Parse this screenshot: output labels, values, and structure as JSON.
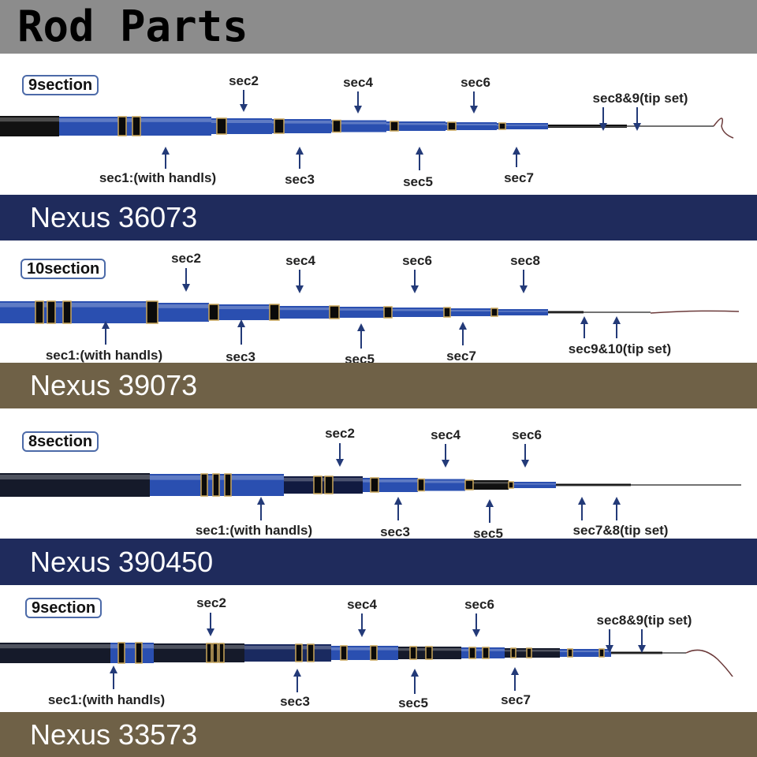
{
  "header": {
    "title": "Rod Parts"
  },
  "panels": [
    {
      "badge": "9section",
      "model": "Nexus 36073",
      "labels": [
        "sec2",
        "sec4",
        "sec6",
        "sec8&9(tip set)",
        "sec1:(with handls)",
        "sec3",
        "sec5",
        "sec7"
      ]
    },
    {
      "badge": "10section",
      "model": "Nexus 39073",
      "labels": [
        "sec2",
        "sec4",
        "sec6",
        "sec8",
        "sec1:(with handls)",
        "sec3",
        "sec5",
        "sec7",
        "sec9&10(tip set)"
      ]
    },
    {
      "badge": "8section",
      "model": "Nexus 390450",
      "labels": [
        "sec2",
        "sec4",
        "sec6",
        "sec1:(with handls)",
        "sec3",
        "sec5",
        "sec7&8(tip set)"
      ]
    },
    {
      "badge": "9section",
      "model": "Nexus 33573",
      "labels": [
        "sec2",
        "sec4",
        "sec6",
        "sec8&9(tip set)",
        "sec1:(with handls)",
        "sec3",
        "sec5",
        "sec7"
      ]
    }
  ],
  "colors": {
    "navy": "#1f2b5c",
    "brown": "#6f6147",
    "rod_blue": "#2a4fb0",
    "arrow": "#233a78"
  }
}
